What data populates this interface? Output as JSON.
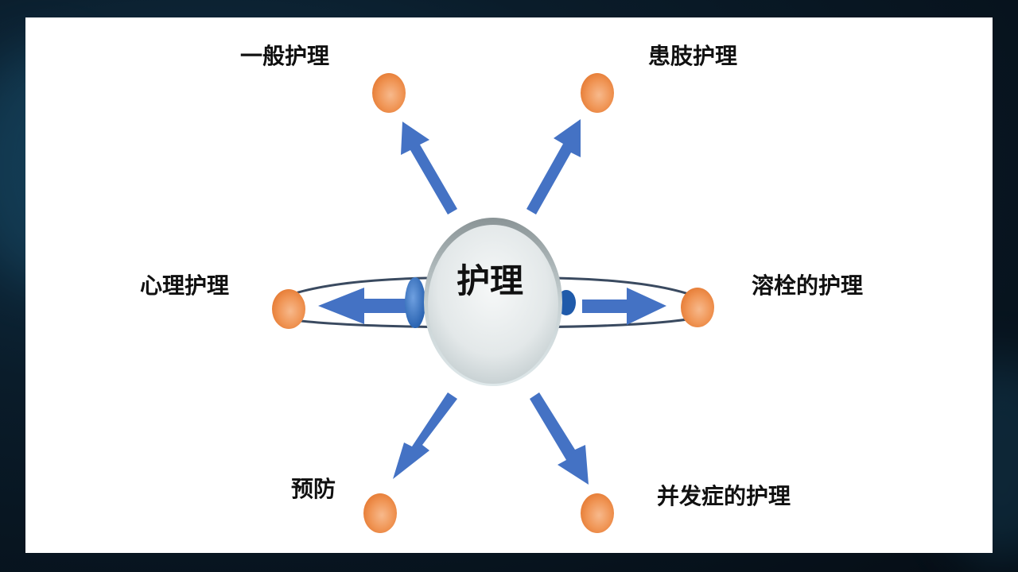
{
  "diagram": {
    "center": {
      "label": "护理"
    },
    "nodes": [
      {
        "id": "general",
        "label": "一般护理"
      },
      {
        "id": "limb",
        "label": "患肢护理"
      },
      {
        "id": "psych",
        "label": "心理护理"
      },
      {
        "id": "thrombo",
        "label": "溶栓的护理"
      },
      {
        "id": "prevent",
        "label": "预防"
      },
      {
        "id": "complication",
        "label": "并发症的护理"
      }
    ]
  },
  "colors": {
    "arrow": "#4472c4",
    "node": "#ed7d31",
    "node_light": "#f7b98c",
    "orbit": "#3a4a60",
    "panel": "#ffffff",
    "background": "#0a1c2a"
  }
}
